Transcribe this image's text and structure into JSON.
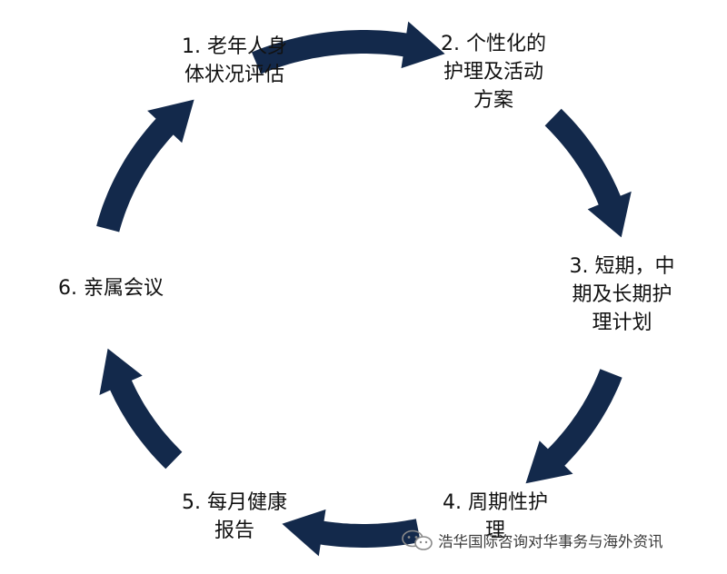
{
  "cycle": {
    "steps": [
      {
        "label_lines": [
          "1. 老年人身",
          "体状况评估"
        ]
      },
      {
        "label_lines": [
          "2. 个性化的",
          "护理及活动",
          "方案"
        ]
      },
      {
        "label_lines": [
          "3. 短期，中",
          "期及长期护",
          "理计划"
        ]
      },
      {
        "label_lines": [
          "4. 周期性护",
          "理"
        ]
      },
      {
        "label_lines": [
          "5. 每月健康",
          "报告"
        ]
      },
      {
        "label_lines": [
          "6. 亲属会议"
        ]
      }
    ],
    "arrow_color": "#13294b",
    "arrow_count": 6,
    "arrow_direction": "clockwise"
  },
  "watermark": {
    "icon": "wechat-icon",
    "text": "浩华国际咨询对华事务与海外资讯"
  }
}
